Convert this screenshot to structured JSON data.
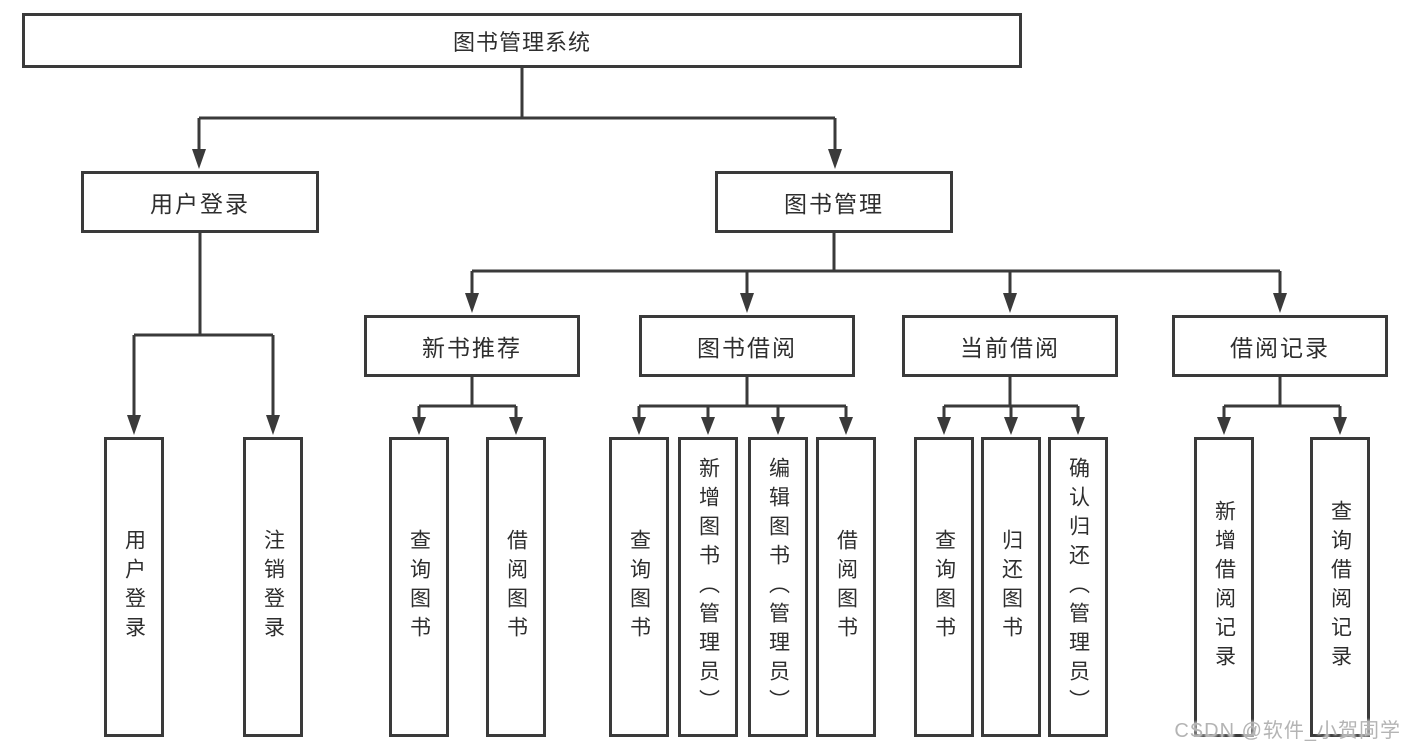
{
  "tree": {
    "root": "图书管理系统",
    "children": [
      {
        "label": "用户登录",
        "children": [
          "用户登录",
          "注销登录"
        ]
      },
      {
        "label": "图书管理",
        "children": [
          {
            "label": "新书推荐",
            "children": [
              "查询图书",
              "借阅图书"
            ]
          },
          {
            "label": "图书借阅",
            "children": [
              "查询图书",
              "新增图书（管理员）",
              "编辑图书（管理员）",
              "借阅图书"
            ]
          },
          {
            "label": "当前借阅",
            "children": [
              "查询图书",
              "归还图书",
              "确认归还（管理员）"
            ]
          },
          {
            "label": "借阅记录",
            "children": [
              "新增借阅记录",
              "查询借阅记录"
            ]
          }
        ]
      }
    ]
  },
  "colors": {
    "line": "#3a3a3a",
    "text": "#2e2e2e",
    "watermark": "#b4b4b4",
    "background": "#ffffff"
  },
  "watermark": "CSDN @软件_小贺同学"
}
